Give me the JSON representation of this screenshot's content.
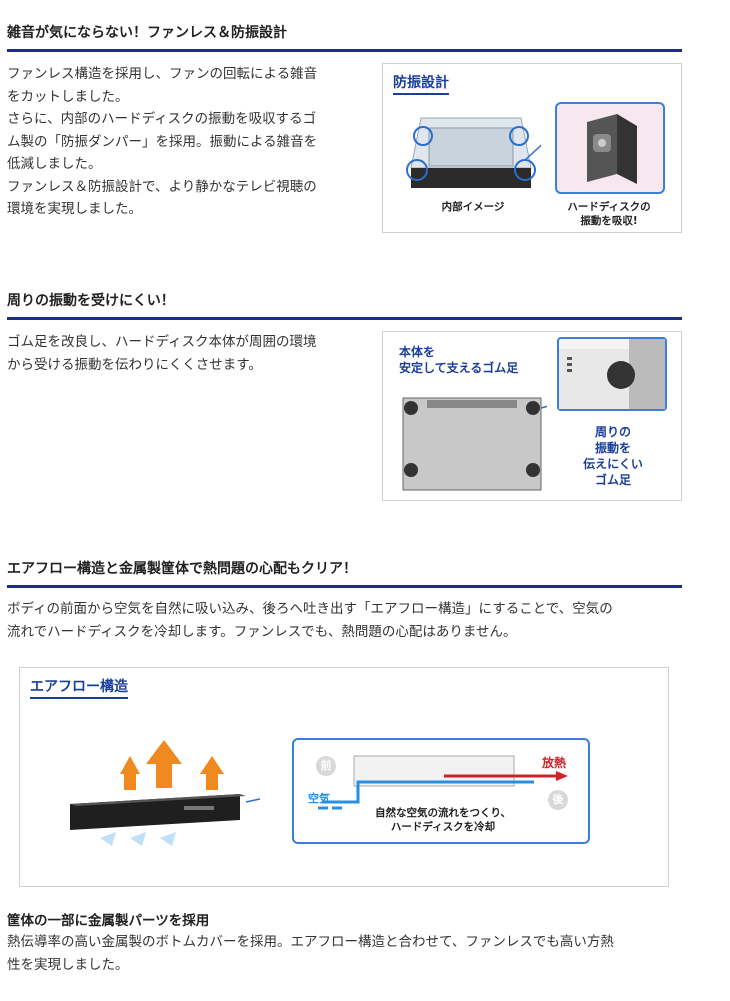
{
  "section1": {
    "heading": "雑音が気にならない！ファンレス＆防振設計",
    "lines": [
      "ファンレス構造を採用し、ファンの回転による雑音",
      "をカットしました。",
      "さらに、内部のハードディスクの振動を吸収するゴ",
      "ム製の「防振ダンパー」を採用。振動による雑音を",
      "低減しました。",
      "ファンレス＆防振設計で、より静かなテレビ視聴の",
      "環境を実現しました。"
    ],
    "figure": {
      "title": "防振設計",
      "caption_left": "内部イメージ",
      "caption_right_1": "ハードディスクの",
      "caption_right_2": "振動を吸収!"
    }
  },
  "section2": {
    "heading": "周りの振動を受けにくい！",
    "lines": [
      "ゴム足を改良し、ハードディスク本体が周囲の環境",
      "から受ける振動を伝わりにくくさせます。"
    ],
    "figure": {
      "label_top_1": "本体を",
      "label_top_2": "安定して支えるゴム足",
      "label_right": [
        "周りの",
        "振動を",
        "伝えにくい",
        "ゴム足"
      ]
    }
  },
  "section3": {
    "heading": "エアフロー構造と金属製筐体で熱問題の心配もクリア！",
    "lines": [
      "ボディの前面から空気を自然に吸い込み、後ろへ吐き出す「エアフロー構造」にすることで、空気の",
      "流れでハードディスクを冷却します。ファンレスでも、熱問題の心配はありません。"
    ],
    "figure": {
      "title": "エアフロー構造",
      "front": "前",
      "back": "後",
      "air": "空気",
      "heat": "放熱",
      "desc_1": "自然な空気の流れをつくり、",
      "desc_2": "ハードディスクを冷却"
    }
  },
  "section4": {
    "heading": "筐体の一部に金属製パーツを採用",
    "lines": [
      "熱伝導率の高い金属製のボトムカバーを採用。エアフロー構造と合わせて、ファンレスでも高い方熱",
      "性を実現しました。"
    ]
  },
  "colors": {
    "rule": "#1a2f8a",
    "accent_blue": "#1a3f9a",
    "heat_red": "#d0202a",
    "air_blue": "#2a8fe0",
    "arrow_orange": "#f08a20"
  }
}
